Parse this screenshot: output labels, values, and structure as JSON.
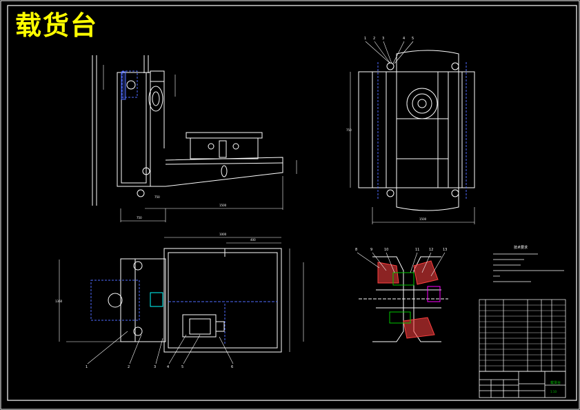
{
  "title": "载货台",
  "colors": {
    "background": "#000000",
    "line": "#ffffff",
    "hatch": "#ff4040",
    "dashed": "#4f6cff",
    "highlight": "#00ffff",
    "title": "#ffff00",
    "accent_green": "#00c800",
    "accent_magenta": "#ff00ff"
  },
  "views": {
    "front": {
      "dim_labels": [
        "750",
        "1500",
        "750"
      ]
    },
    "side": {
      "dim_labels": [
        "1500",
        "750"
      ]
    },
    "plan": {
      "dim_labels": [
        "1000",
        "400",
        "1360"
      ]
    },
    "detail": {
      "title": "技术要求"
    }
  },
  "callouts": {
    "side": [
      "1",
      "2",
      "3",
      "4",
      "5"
    ],
    "plan": [
      "1",
      "2",
      "3",
      "4",
      "5",
      "6"
    ],
    "detail": [
      "8",
      "9",
      "10",
      "11",
      "12",
      "13"
    ]
  },
  "title_block": {
    "drawing_name": "载货台",
    "scale": "1:10"
  }
}
